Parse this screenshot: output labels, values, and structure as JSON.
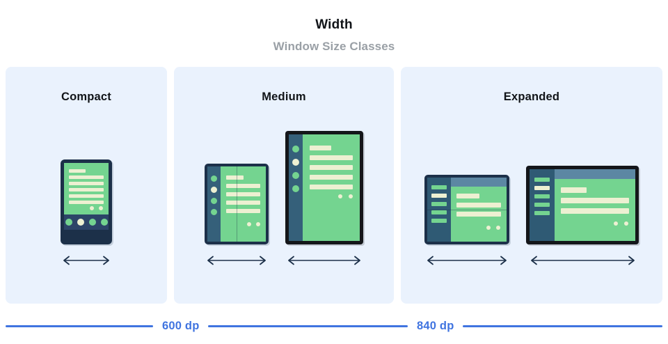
{
  "header": {
    "title": "Width",
    "subtitle": "Window Size Classes"
  },
  "panels": [
    {
      "key": "compact",
      "label": "Compact",
      "devices": [
        {
          "name": "phone-portrait",
          "type": "phone"
        }
      ]
    },
    {
      "key": "medium",
      "label": "Medium",
      "devices": [
        {
          "name": "foldable-portrait",
          "type": "foldable-portrait"
        },
        {
          "name": "tablet-portrait",
          "type": "tablet-portrait"
        }
      ]
    },
    {
      "key": "expanded",
      "label": "Expanded",
      "devices": [
        {
          "name": "foldable-landscape",
          "type": "foldable-landscape"
        },
        {
          "name": "tablet-landscape",
          "type": "tablet-landscape"
        }
      ]
    }
  ],
  "scale": {
    "breakpoints": [
      {
        "value": "600 dp"
      },
      {
        "value": "840 dp"
      }
    ]
  },
  "colors": {
    "panel_background": "#eaf2fd",
    "page_background": "#ffffff",
    "title_text": "#111418",
    "subtitle_text": "#9aa0a6",
    "breakpoint_blue": "#4074e0",
    "screen_green": "#74d490",
    "content_cream": "#edf0d2",
    "phone_frame_navy": "#1c3049",
    "phone_navbar_navy": "#2c4468",
    "tablet_frame_black": "#14161a",
    "nav_rail_steel": "#35607a",
    "nav_drawer_steel": "#2f5a74",
    "top_app_bar": "#5c87a3",
    "arrow_navy": "#1c3049"
  },
  "icons": {
    "width_arrow": "double-headed-horizontal-arrow"
  }
}
